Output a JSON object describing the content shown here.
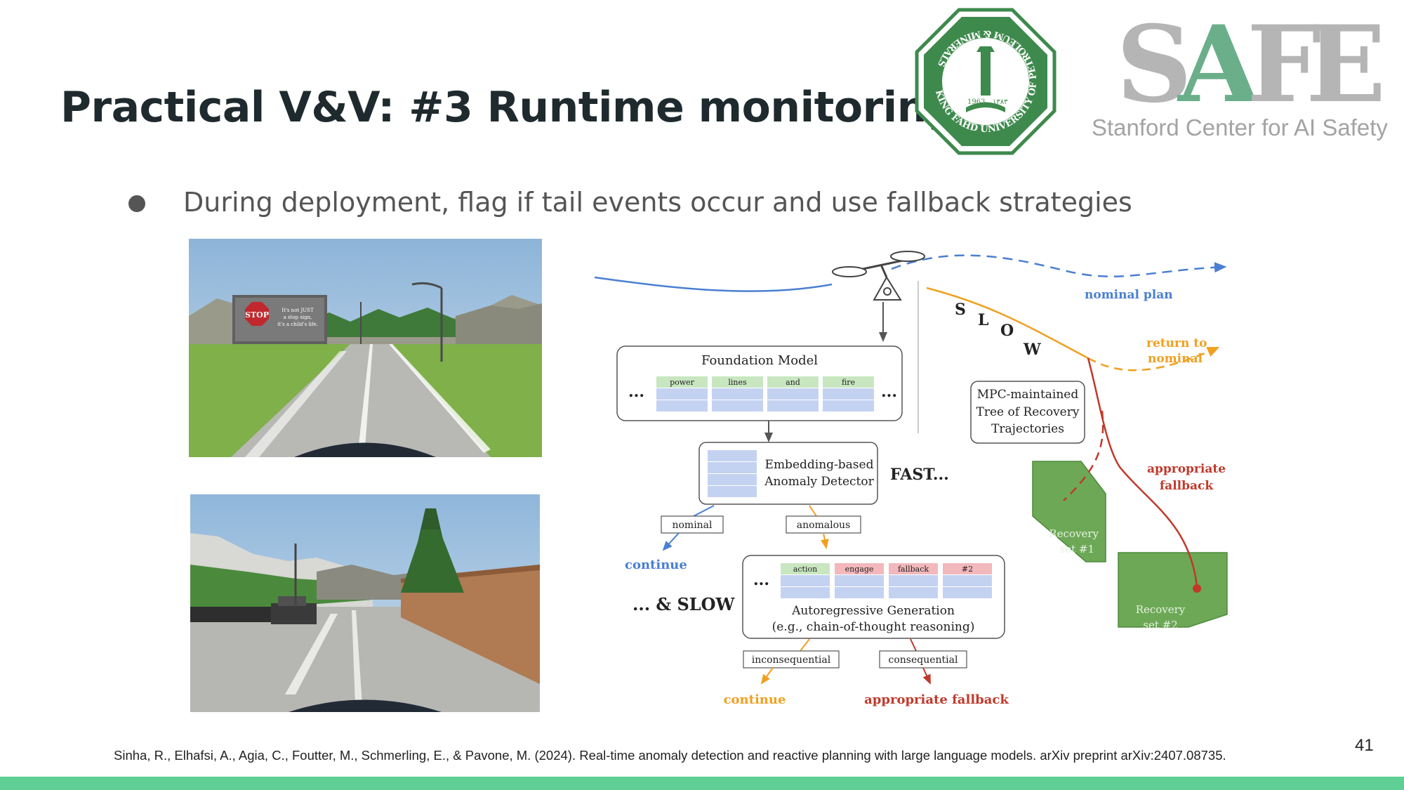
{
  "slide": {
    "title": "Practical V&V: #3 Runtime monitoring",
    "bullet": "During deployment, flag if tail events occur and use fallback strategies",
    "citation": "Sinha, R., Elhafsi, A., Agia, C., Foutter, M., Schmerling, E., & Pavone, M. (2024). Real-time anomaly detection and reactive planning with large language models. arXiv preprint arXiv:2407.08735.",
    "page_number": "41",
    "accent_color": "#5fcf96"
  },
  "logos": {
    "safe_letters": [
      "S",
      "A",
      "F",
      "E"
    ],
    "safe_subtitle": "Stanford Center for AI Safety",
    "kfupm_ring_text": "KING FAHD UNIVERSITY OF PETROLEUM & MINERALS",
    "kfupm_years": [
      "1963",
      "١٣٨٣"
    ]
  },
  "photos": {
    "billboard_text": [
      "It's not JUST",
      "a stop sign,",
      "it's a child's life."
    ],
    "stop_sign": "STOP"
  },
  "diagram": {
    "nominal_plan": "nominal plan",
    "slow_letters": [
      "S",
      "L",
      "O",
      "W"
    ],
    "return_to_nominal": [
      "return to",
      "nominal"
    ],
    "foundation_model": "Foundation Model",
    "fm_tokens": [
      "power",
      "lines",
      "and",
      "fire"
    ],
    "ellipsis": "...",
    "mpc_tree": [
      "MPC-maintained",
      "Tree of Recovery",
      "Trajectories"
    ],
    "detector": [
      "Embedding-based",
      "Anomaly Detector"
    ],
    "fast": "FAST...",
    "appropriate_fallback_right": [
      "appropriate",
      "fallback"
    ],
    "nominal_label": "nominal",
    "anomalous_label": "anomalous",
    "continue_blue": "continue",
    "recovery_set_1": [
      "Recovery",
      "set #1"
    ],
    "recovery_set_2": [
      "Recovery",
      "set #2"
    ],
    "gen_tokens": [
      "action",
      "engage",
      "fallback",
      "#2"
    ],
    "and_slow": "... & SLOW",
    "autoregressive": [
      "Autoregressive Generation",
      "(e.g., chain-of-thought reasoning)"
    ],
    "inconsequential": "inconsequential",
    "consequential": "consequential",
    "continue_orange": "continue",
    "appropriate_fallback_bottom": "appropriate fallback",
    "colors": {
      "blue": "#4a7fd1",
      "orange": "#f0a020",
      "red": "#c0392b",
      "green": "#6da857",
      "token_green": "#c8e6c0",
      "token_red": "#f2b8bc",
      "token_blue": "#c4d2f2"
    }
  }
}
